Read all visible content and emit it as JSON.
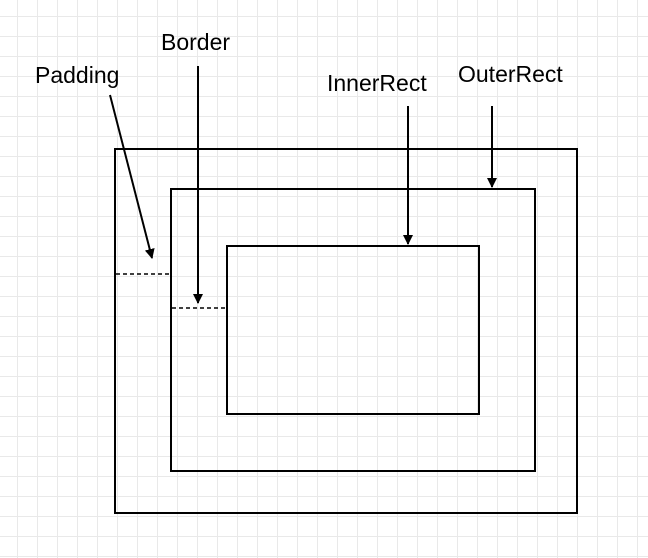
{
  "diagram": {
    "labels": {
      "padding": "Padding",
      "border": "Border",
      "inner_rect": "InnerRect",
      "outer_rect": "OuterRect"
    },
    "colors": {
      "stroke": "#000000",
      "grid": "#e9e9e9",
      "background": "#ffffff"
    }
  }
}
